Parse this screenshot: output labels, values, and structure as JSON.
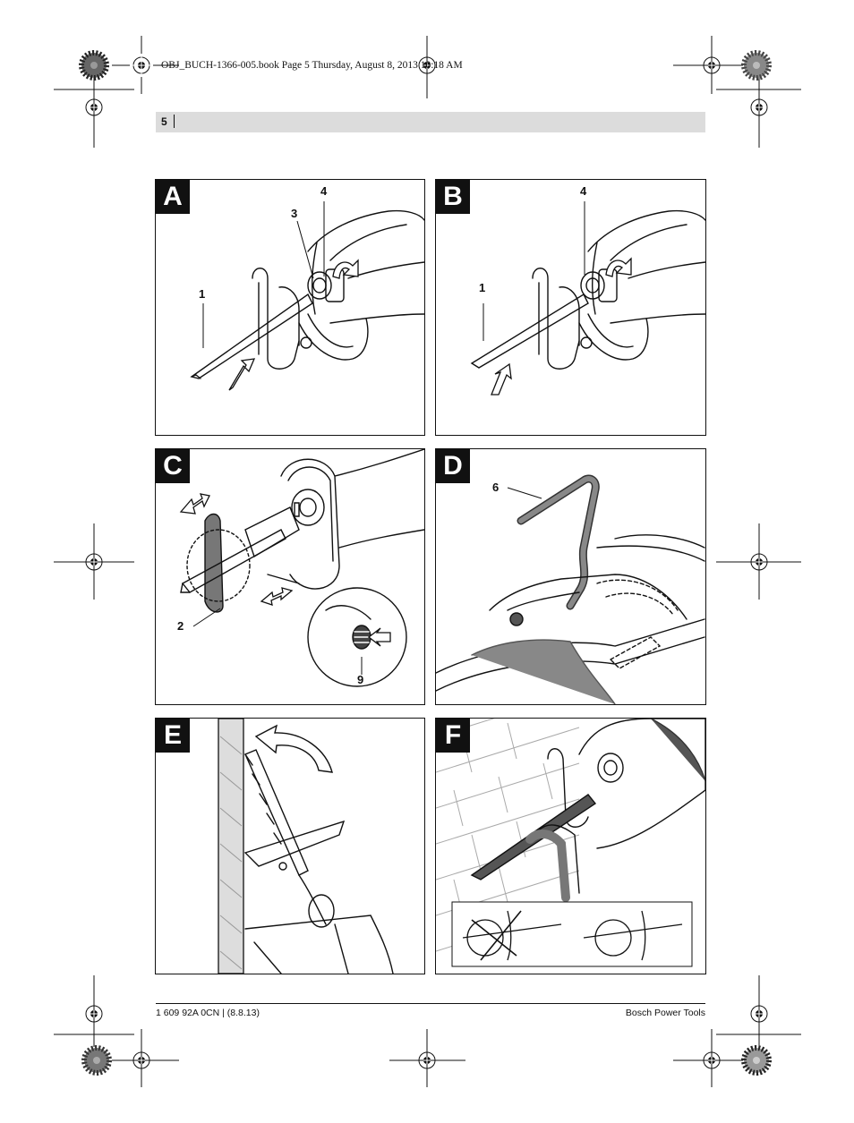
{
  "header": {
    "print_info": "OBJ_BUCH-1366-005.book  Page 5  Thursday, August 8, 2013  10:18 AM",
    "page_number": "5"
  },
  "panels": [
    {
      "label": "A",
      "callouts": [
        "4",
        "3",
        "1"
      ]
    },
    {
      "label": "B",
      "callouts": [
        "4",
        "1"
      ]
    },
    {
      "label": "C",
      "callouts": [
        "2",
        "9"
      ]
    },
    {
      "label": "D",
      "callouts": [
        "6"
      ]
    },
    {
      "label": "E",
      "callouts": []
    },
    {
      "label": "F",
      "callouts": []
    }
  ],
  "footer": {
    "doc_code": "1 609 92A 0CN | (8.8.13)",
    "brand": "Bosch Power Tools"
  },
  "icons": [
    "crop-mark-icon",
    "registration-target-icon",
    "color-wheel-icon",
    "rotate-arrow-icon",
    "insert-arrow-icon",
    "remove-arrow-icon",
    "hex-key-icon",
    "cross-out-icon"
  ]
}
